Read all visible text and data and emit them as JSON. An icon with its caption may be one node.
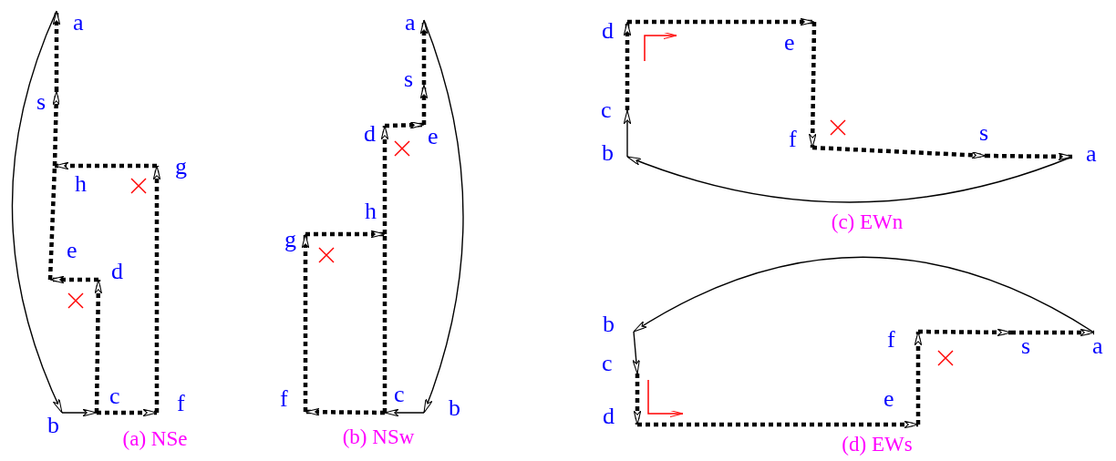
{
  "diagram": {
    "nodes": [
      {
        "text": [
          "a"
        ]
      },
      {
        "text": [
          "s"
        ]
      },
      {
        "text": [
          "h"
        ]
      },
      {
        "text": [
          "g"
        ]
      },
      {
        "text": [
          "e"
        ]
      },
      {
        "text": [
          "d"
        ]
      },
      {
        "text": [
          "c"
        ]
      },
      {
        "text": [
          "f"
        ]
      },
      {
        "text": [
          "b"
        ]
      },
      {
        "text": [
          "a"
        ]
      },
      {
        "text": [
          "s"
        ]
      },
      {
        "text": [
          "d"
        ]
      },
      {
        "text": [
          "e"
        ]
      },
      {
        "text": [
          "h"
        ]
      },
      {
        "text": [
          "g"
        ]
      },
      {
        "text": [
          "f"
        ]
      },
      {
        "text": [
          "c"
        ]
      },
      {
        "text": [
          "b"
        ]
      },
      {
        "text": [
          "d"
        ]
      },
      {
        "text": [
          "e"
        ]
      },
      {
        "text": [
          "c"
        ]
      },
      {
        "text": [
          "s"
        ]
      },
      {
        "text": [
          "f"
        ]
      },
      {
        "text": [
          "b"
        ]
      },
      {
        "text": [
          "a"
        ]
      },
      {
        "text": [
          "b"
        ]
      },
      {
        "text": [
          "f"
        ]
      },
      {
        "text": [
          "c"
        ]
      },
      {
        "text": [
          "s"
        ]
      },
      {
        "text": [
          "a"
        ]
      },
      {
        "text": [
          "e"
        ]
      },
      {
        "text": [
          "d"
        ]
      }
    ],
    "edges": [
      {
        "from": 0,
        "to": 8,
        "arrow": "to"
      },
      {
        "from": 8,
        "to": 6,
        "arrow": "to"
      },
      {
        "from": 6,
        "to": 7,
        "arrow": "to",
        "style": "dashed"
      },
      {
        "from": 7,
        "to": 3,
        "arrow": "to",
        "style": "dashed"
      },
      {
        "from": 3,
        "to": 2,
        "arrow": "to",
        "style": "dashed"
      },
      {
        "from": 6,
        "to": 5,
        "arrow": "to",
        "style": "dashed"
      },
      {
        "from": 5,
        "to": 4,
        "arrow": "to",
        "style": "dashed"
      },
      {
        "from": 4,
        "to": 2,
        "arrow": "none",
        "style": "dashed"
      },
      {
        "from": 2,
        "to": 1,
        "arrow": "to",
        "style": "dashed"
      },
      {
        "from": 1,
        "to": 0,
        "arrow": "to",
        "style": "dashed"
      },
      {
        "from": 9,
        "to": 17,
        "arrow": "to"
      },
      {
        "from": 17,
        "to": 16,
        "arrow": "to"
      },
      {
        "from": 16,
        "to": 15,
        "arrow": "to",
        "style": "dashed"
      },
      {
        "from": 15,
        "to": 14,
        "arrow": "to",
        "style": "dashed"
      },
      {
        "from": 14,
        "to": 13,
        "arrow": "to",
        "style": "dashed"
      },
      {
        "from": 16,
        "to": 13,
        "arrow": "none",
        "style": "dashed"
      },
      {
        "from": 13,
        "to": 11,
        "arrow": "to",
        "style": "dashed"
      },
      {
        "from": 11,
        "to": 12,
        "arrow": "to",
        "style": "dashed"
      },
      {
        "from": 12,
        "to": 10,
        "arrow": "to",
        "style": "dashed"
      },
      {
        "from": 10,
        "to": 9,
        "arrow": "to",
        "style": "dashed"
      },
      {
        "from": 24,
        "to": 23,
        "arrow": "to"
      },
      {
        "from": 23,
        "to": 20,
        "arrow": "to"
      },
      {
        "from": 20,
        "to": 18,
        "arrow": "to",
        "style": "dashed"
      },
      {
        "from": 18,
        "to": 19,
        "arrow": "to",
        "style": "dashed"
      },
      {
        "from": 19,
        "to": 22,
        "arrow": "to",
        "style": "dashed"
      },
      {
        "from": 22,
        "to": 21,
        "arrow": "to",
        "style": "dashed"
      },
      {
        "from": 21,
        "to": 24,
        "arrow": "to",
        "style": "dashed"
      },
      {
        "from": 29,
        "to": 25,
        "arrow": "to"
      },
      {
        "from": 25,
        "to": 27,
        "arrow": "to"
      },
      {
        "from": 27,
        "to": 31,
        "arrow": "to",
        "style": "dashed"
      },
      {
        "from": 31,
        "to": 30,
        "arrow": "to",
        "style": "dashed"
      },
      {
        "from": 30,
        "to": 26,
        "arrow": "to",
        "style": "dashed"
      },
      {
        "from": 26,
        "to": 28,
        "arrow": "to",
        "style": "dashed"
      },
      {
        "from": 28,
        "to": 29,
        "arrow": "to",
        "style": "dashed"
      }
    ],
    "labels": [
      "(a) NSe",
      "(b) NSw",
      "(c) EWn",
      "(d) EWs"
    ]
  }
}
